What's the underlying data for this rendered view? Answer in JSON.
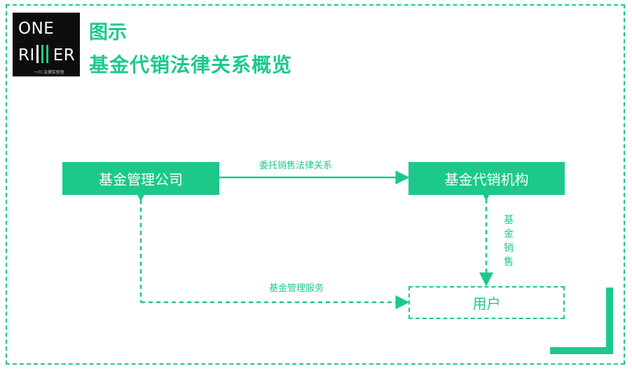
{
  "logo": {
    "line1": "ONE",
    "line2": "RI",
    "line2_end": "ER",
    "subtitle": "一川 法律实验室"
  },
  "header": {
    "label": "图示",
    "title": "基金代销法律关系概览"
  },
  "nodes": {
    "manager": "基金管理公司",
    "distributor": "基金代销机构",
    "user": "用户"
  },
  "edges": {
    "manager_to_distributor": "委托销售法律关系",
    "manager_to_user": "基金管理服务",
    "distributor_to_user": "基金销售"
  },
  "colors": {
    "accent": "#1cc98a",
    "logo_bg": "#0d0d0d"
  }
}
